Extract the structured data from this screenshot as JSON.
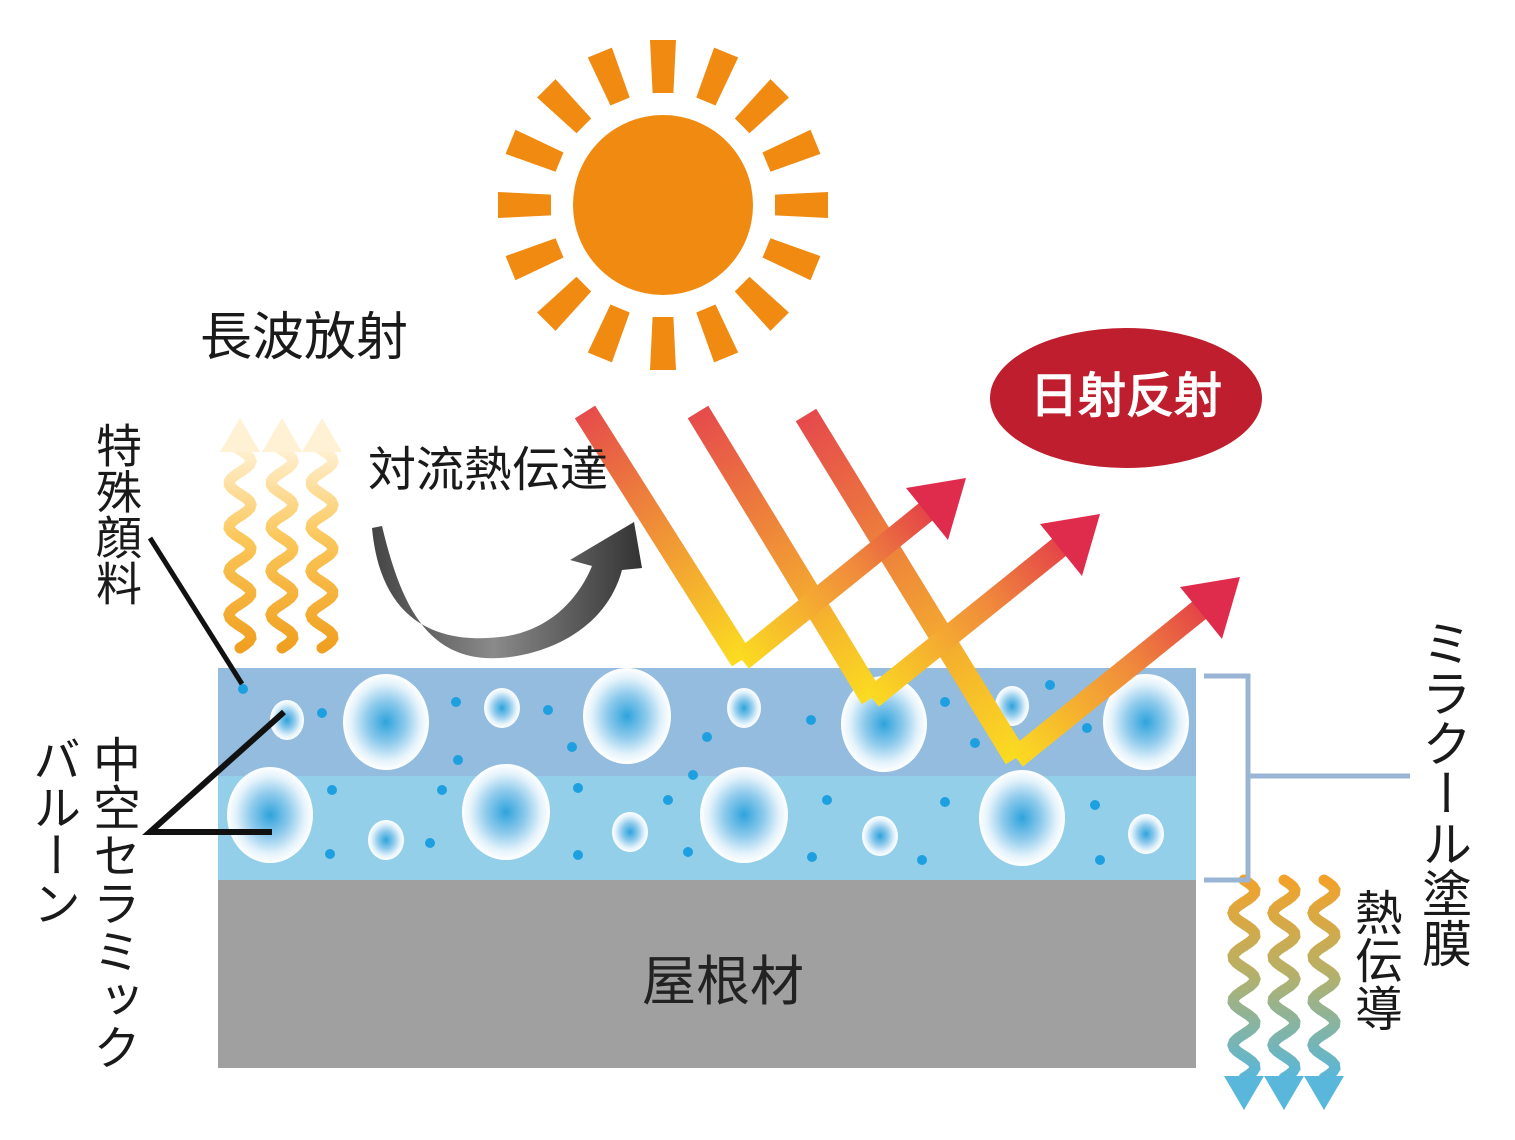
{
  "labels": {
    "longwave_radiation": "長波放射",
    "convective_heat_transfer": "対流熱伝達",
    "solar_reflection": "日射反射",
    "special_pigment": "特殊顔料",
    "hollow_ceramic_balloon_part1": "中空セラミック",
    "hollow_ceramic_balloon_part2": "バルーン",
    "miracool_coating_film": "ミラクール塗膜",
    "heat_conduction": "熱伝導",
    "roofing_material": "屋根材"
  },
  "colors": {
    "sun": "#f08a10",
    "badge": "#be1e2d",
    "coating_top": "#93bcdf",
    "coating_bottom": "#93cfe8",
    "roof": "#a0a0a0",
    "bracket": "#99b4d4",
    "dot": "#1ea0e0",
    "arrow_red": "#e02c4c",
    "arrow_yellow": "#fbdc21"
  },
  "icons": [
    "sun-icon",
    "wavy-heat-arrow-icon",
    "curved-arrow-icon",
    "reflection-arrow-icon"
  ]
}
